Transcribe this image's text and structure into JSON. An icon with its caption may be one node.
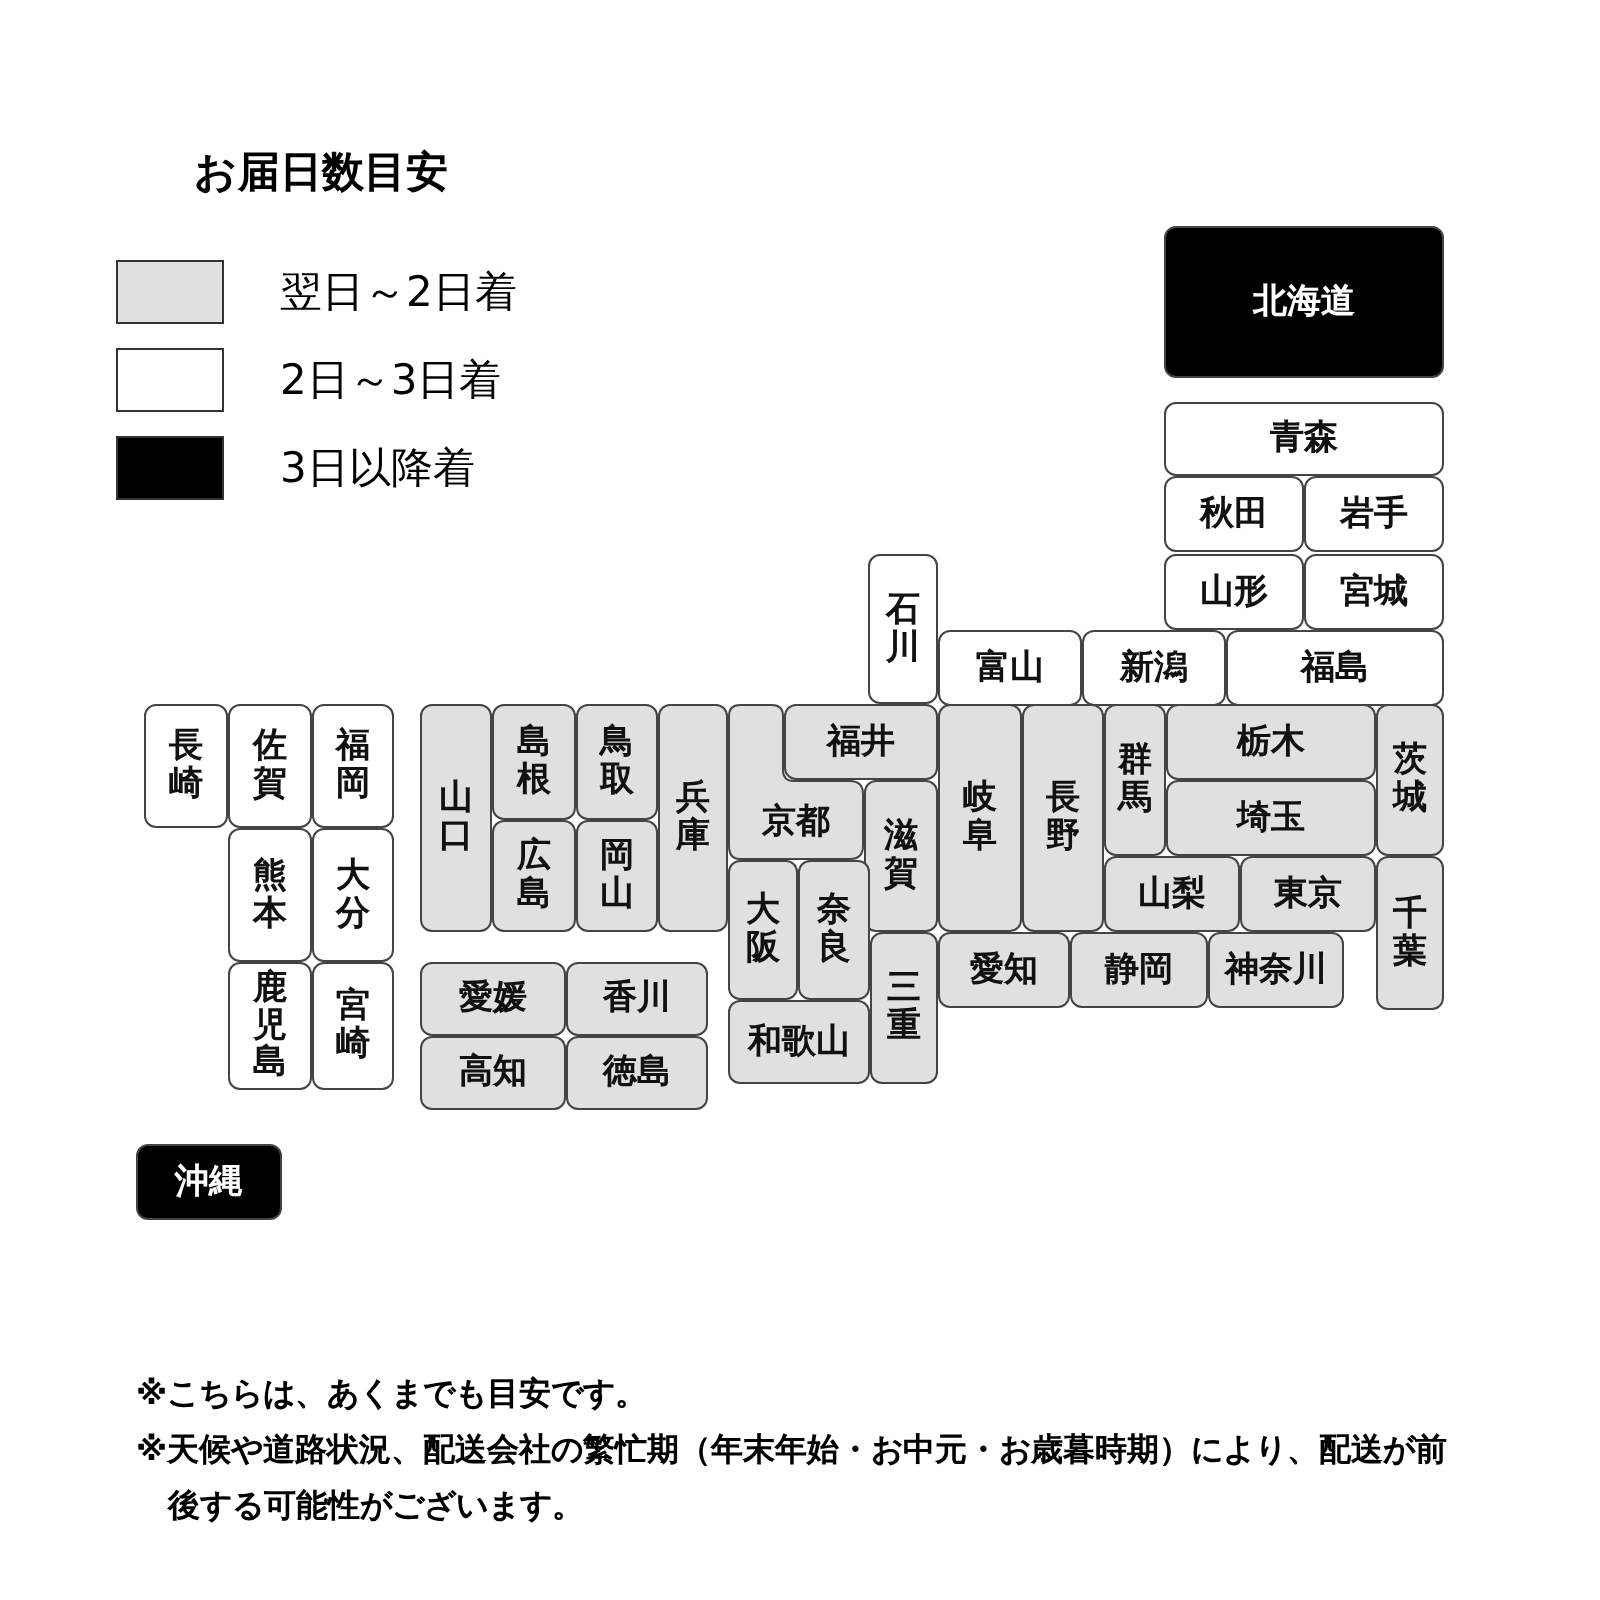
{
  "diagram": {
    "title": "お届日数目安",
    "nodes": [
      {
        "text": [
          "北海道"
        ]
      },
      {
        "text": [
          "青森"
        ]
      },
      {
        "text": [
          "秋田"
        ]
      },
      {
        "text": [
          "岩手"
        ]
      },
      {
        "text": [
          "山形"
        ]
      },
      {
        "text": [
          "宮城"
        ]
      },
      {
        "text": [
          "石川"
        ]
      },
      {
        "text": [
          "富山"
        ]
      },
      {
        "text": [
          "新潟"
        ]
      },
      {
        "text": [
          "福島"
        ]
      },
      {
        "text": [
          "長崎"
        ]
      },
      {
        "text": [
          "佐賀"
        ]
      },
      {
        "text": [
          "福岡"
        ]
      },
      {
        "text": [
          "山口"
        ]
      },
      {
        "text": [
          "島根"
        ]
      },
      {
        "text": [
          "鳥取"
        ]
      },
      {
        "text": [
          "兵庫"
        ]
      },
      {
        "text": [
          "福井"
        ]
      },
      {
        "text": [
          "群馬"
        ]
      },
      {
        "text": [
          "栃木"
        ]
      },
      {
        "text": [
          "茨城"
        ]
      },
      {
        "text": [
          "京都"
        ]
      },
      {
        "text": [
          "岐阜"
        ]
      },
      {
        "text": [
          "長野"
        ]
      },
      {
        "text": [
          "埼玉"
        ]
      },
      {
        "text": [
          "滋賀"
        ]
      },
      {
        "text": [
          "熊本"
        ]
      },
      {
        "text": [
          "大分"
        ]
      },
      {
        "text": [
          "広島"
        ]
      },
      {
        "text": [
          "岡山"
        ]
      },
      {
        "text": [
          "大阪"
        ]
      },
      {
        "text": [
          "奈良"
        ]
      },
      {
        "text": [
          "山梨"
        ]
      },
      {
        "text": [
          "東京"
        ]
      },
      {
        "text": [
          "千葉"
        ]
      },
      {
        "text": [
          "三重"
        ]
      },
      {
        "text": [
          "愛知"
        ]
      },
      {
        "text": [
          "静岡"
        ]
      },
      {
        "text": [
          "神奈川"
        ]
      },
      {
        "text": [
          "鹿児島"
        ]
      },
      {
        "text": [
          "宮崎"
        ]
      },
      {
        "text": [
          "愛媛"
        ]
      },
      {
        "text": [
          "香川"
        ]
      },
      {
        "text": [
          "和歌山"
        ]
      },
      {
        "text": [
          "高知"
        ]
      },
      {
        "text": [
          "徳島"
        ]
      },
      {
        "text": [
          "沖縄"
        ]
      }
    ],
    "labels": [
      "※こちらは、あくまでも目安です。",
      "※天候や道路状況、配送会社の繁忙期（年末年始・お中元・お歳暮時期）により、配送が前後する可能性がございます。"
    ],
    "legend": [
      {
        "text": "翌日～2日着",
        "color": "#e0e0e0"
      },
      {
        "text": "2日～3日着",
        "color": "#ffffff"
      },
      {
        "text": "3日以降着",
        "color": "#000000"
      }
    ]
  }
}
